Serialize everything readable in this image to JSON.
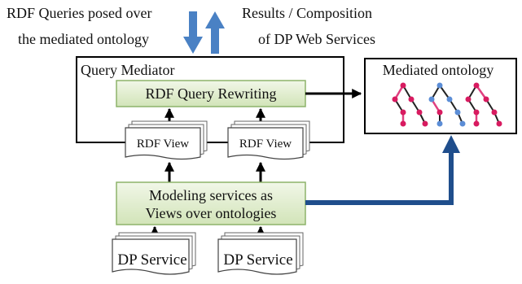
{
  "top_left_label": [
    "RDF Queries posed over",
    "the mediated ontology"
  ],
  "top_right_label": [
    "Results / Composition",
    "of DP Web Services"
  ],
  "query_mediator": "Query Mediator",
  "rdf_query_rewriting": "RDF Query Rewriting",
  "rdf_views": [
    "RDF View",
    "RDF View"
  ],
  "modeling_services": [
    "Modeling services as",
    "Views over ontologies"
  ],
  "dp_services": [
    "DP Service",
    "DP Service"
  ],
  "mediated_ontology": "Mediated ontology",
  "colors": {
    "green_box_top": "#f1f7e8",
    "green_box_bottom": "#d2e4b8",
    "green_border": "#8db36a",
    "blue_arrow": "#4a81c4",
    "thick_arrow": "#1f4e8c",
    "node_magenta": "#d81b60",
    "node_blue": "#5b8dd6",
    "edge_pink": "#e04080",
    "edge_dark": "#222222"
  }
}
